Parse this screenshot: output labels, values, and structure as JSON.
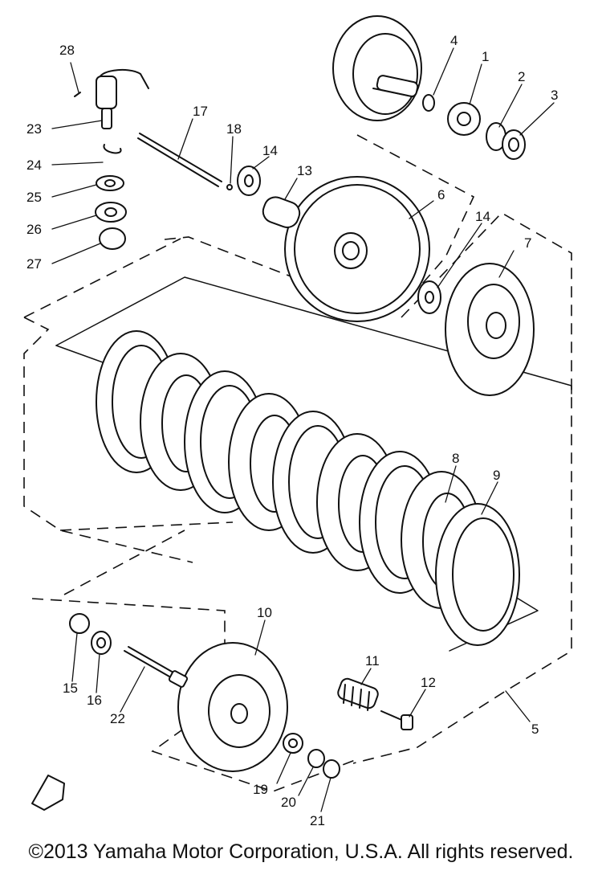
{
  "diagram": {
    "labels": [
      "1",
      "2",
      "3",
      "4",
      "5",
      "6",
      "7",
      "8",
      "9",
      "10",
      "11",
      "12",
      "13",
      "14",
      "14",
      "15",
      "16",
      "17",
      "18",
      "19",
      "20",
      "21",
      "22",
      "23",
      "24",
      "25",
      "26",
      "27",
      "28"
    ]
  },
  "footer": {
    "copyright": "©2013 Yamaha Motor Corporation, U.S.A. All rights reserved."
  }
}
